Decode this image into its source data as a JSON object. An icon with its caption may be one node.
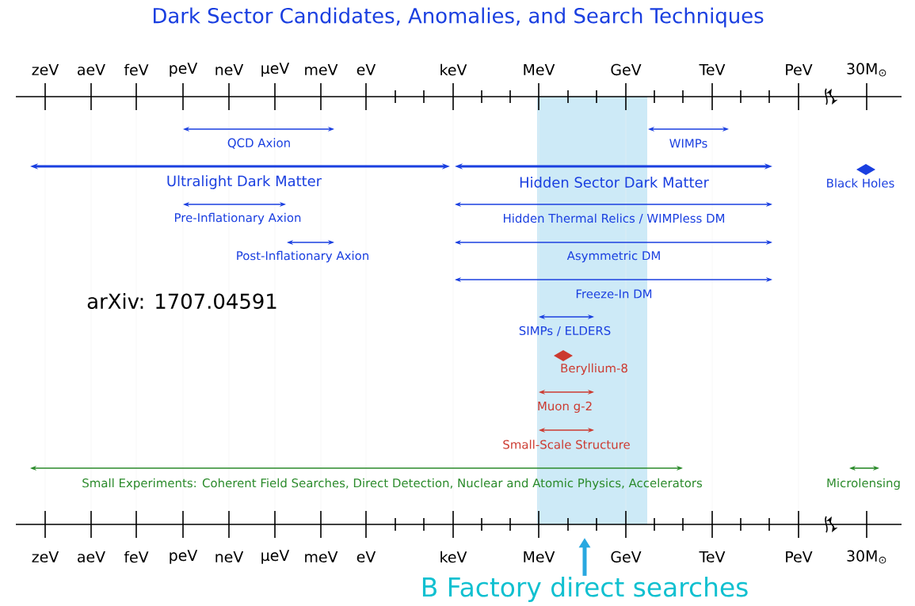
{
  "diagram": {
    "title": "Dark Sector Candidates, Anomalies, and Search Techniques",
    "nodes": [
      {
        "text": [
          "B Factory direct searches"
        ]
      },
      {
        "text": [],
        "shape": "bar"
      }
    ],
    "edges": [
      {
        "from": 0,
        "to": 1,
        "arrow": "to"
      }
    ],
    "labels": [
      "zeV",
      "aeV",
      "feV",
      "peV",
      "neV",
      "μeV",
      "meV",
      "eV",
      "keV",
      "MeV",
      "GeV",
      "TeV",
      "PeV",
      "30M$_{⊙}$",
      "QCD Axion",
      "WIMPs",
      "Ultralight Dark Matter",
      "Hidden Sector Dark Matter",
      "Black Holes",
      "Pre-Inflationary Axion",
      "Hidden Thermal Relics / WIMPless DM",
      "Post-Inflationary Axion",
      "Asymmetric DM",
      "arXiv: 1707.04591",
      "Freeze-In DM",
      "SIMPs / ELDERS",
      "Beryllium-8",
      "Muon g-2",
      "Small-Scale Structure",
      "Small Experiments: Coherent Field Searches, Direct Detection, Nuclear and Atomic Physics, Accelerators",
      "Microlensing",
      "zeV",
      "aeV",
      "feV",
      "peV",
      "neV",
      "μeV",
      "meV",
      "eV",
      "keV",
      "MeV",
      "GeV",
      "TeV",
      "PeV",
      "30M$_{⊙}$"
    ]
  }
}
